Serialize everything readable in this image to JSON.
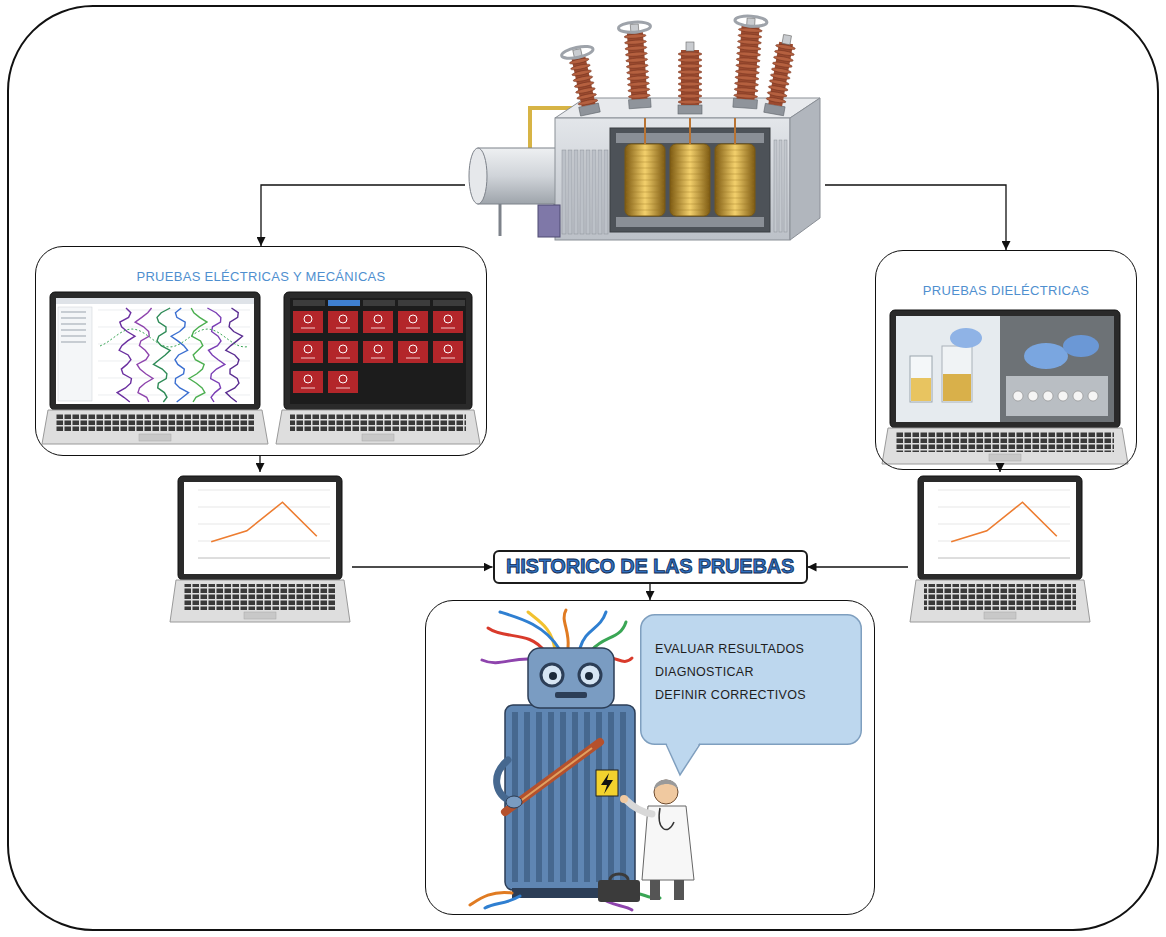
{
  "diagram": {
    "nodes": [
      {
        "text": []
      },
      {
        "text": [
          "PRUEBAS ELÉCTRICAS Y MECÁNICAS"
        ]
      },
      {
        "text": [
          "PRUEBAS DIELÉCTRICAS"
        ]
      },
      {
        "text": []
      },
      {
        "text": []
      },
      {
        "text": [
          "HISTORICO DE LAS PRUEBAS"
        ]
      },
      {
        "text": []
      },
      {
        "text": [
          "EVALUAR RESULTADOS",
          "DIAGNOSTICAR",
          "DEFINIR CORRECTIVOS"
        ],
        "in": 6
      }
    ],
    "edges": [
      {
        "from": 0,
        "to": 1,
        "arrow": "to"
      },
      {
        "from": 0,
        "to": 2,
        "arrow": "to"
      },
      {
        "from": 1,
        "to": 3,
        "arrow": "to"
      },
      {
        "from": 2,
        "to": 4,
        "arrow": "to"
      },
      {
        "from": 3,
        "to": 5,
        "arrow": "to"
      },
      {
        "from": 4,
        "to": 5,
        "arrow": "to"
      },
      {
        "from": 5,
        "to": 6,
        "arrow": "to"
      }
    ]
  }
}
